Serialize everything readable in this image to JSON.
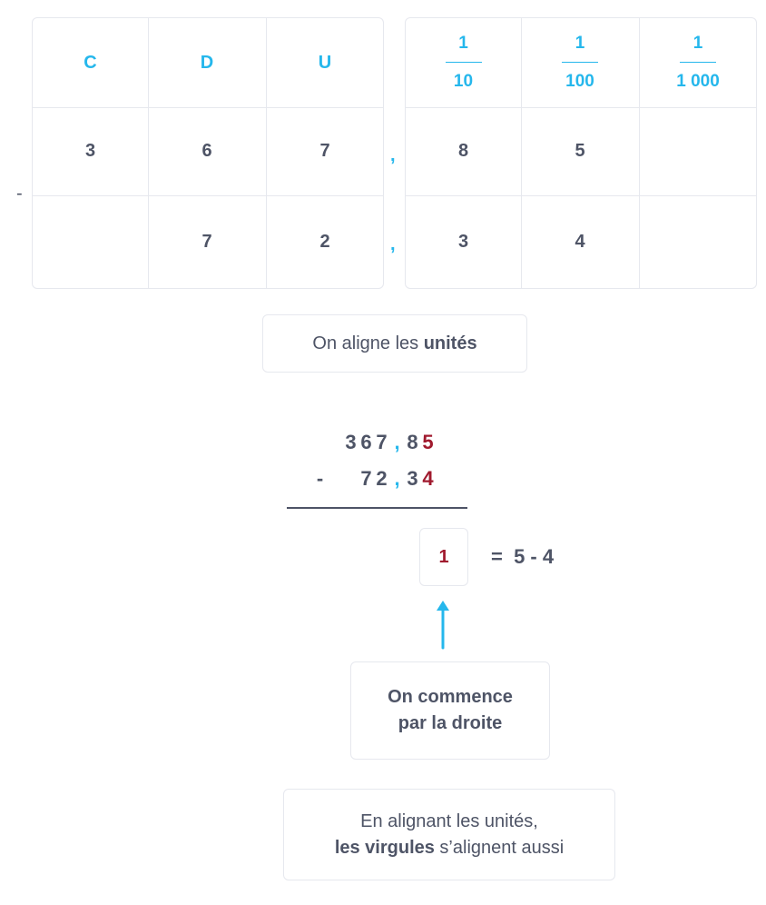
{
  "table": {
    "headers": {
      "c": "C",
      "d": "D",
      "u": "U"
    },
    "fractions": [
      {
        "num": "1",
        "den": "10"
      },
      {
        "num": "1",
        "den": "100"
      },
      {
        "num": "1",
        "den": "1 000"
      }
    ],
    "row1": {
      "c": "3",
      "d": "6",
      "u": "7",
      "comma": ",",
      "t": "8",
      "h": "5",
      "th": ""
    },
    "row2": {
      "c": "",
      "d": "7",
      "u": "2",
      "comma": ",",
      "t": "3",
      "h": "4",
      "th": ""
    },
    "minus": "-"
  },
  "note_align": {
    "prefix": "On aligne les ",
    "bold": "unités"
  },
  "operation": {
    "line1": {
      "d1": "3",
      "d2": "6",
      "d3": "7",
      "comma": ",",
      "d4": "8",
      "d5": "5"
    },
    "line2": {
      "minus": "-",
      "d2": "7",
      "d3": "2",
      "comma": ",",
      "d4": "3",
      "d5": "4"
    },
    "result": "1",
    "equation": "=  5 - 4"
  },
  "note_start": {
    "line1": "On commence",
    "line2": "par la droite"
  },
  "note_commas": {
    "line1": "En alignant les unités,",
    "bold": "les virgules",
    "suffix": " s’alignent aussi"
  },
  "colors": {
    "accent": "#25b7ec",
    "highlight": "#a01a2e",
    "text": "#4e5466",
    "border": "#e6e8ee"
  },
  "icons": {
    "arrow": "arrow-up-icon"
  }
}
